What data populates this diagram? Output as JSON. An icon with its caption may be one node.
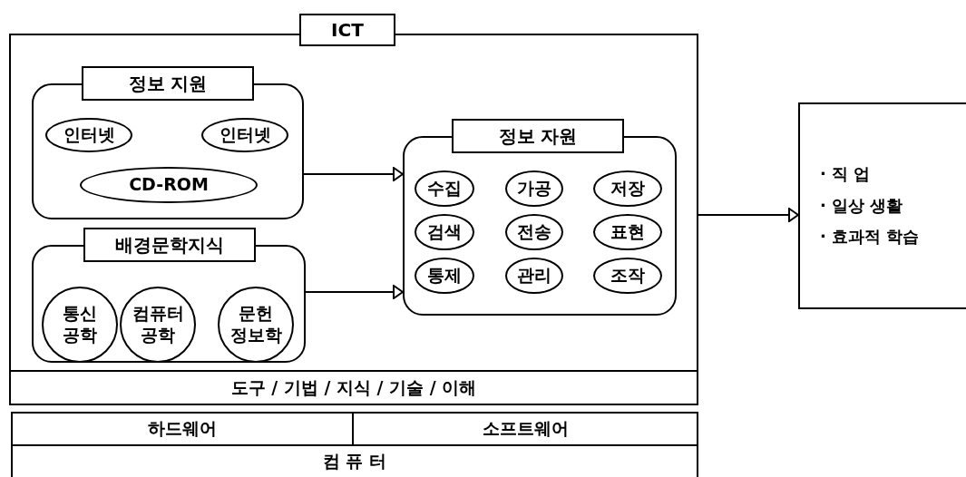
{
  "diagram": {
    "nodes": [
      {
        "text": [
          "ICT"
        ]
      },
      {
        "text": [
          "정보 지원"
        ],
        "in": 0
      },
      {
        "text": [
          "인터넷"
        ],
        "in": 1
      },
      {
        "text": [
          "인터넷"
        ],
        "in": 1
      },
      {
        "text": [
          "CD-ROM"
        ],
        "in": 1
      },
      {
        "text": [
          "배경문학지식"
        ],
        "in": 0
      },
      {
        "text": [
          "통신 공학"
        ],
        "in": 5
      },
      {
        "text": [
          "컴퓨터 공학"
        ],
        "in": 5
      },
      {
        "text": [
          "문헌 정보학"
        ],
        "in": 5
      },
      {
        "text": [
          "정보 자원"
        ],
        "in": 0
      },
      {
        "text": [
          "수집"
        ],
        "in": 9
      },
      {
        "text": [
          "가공"
        ],
        "in": 9
      },
      {
        "text": [
          "저장"
        ],
        "in": 9
      },
      {
        "text": [
          "검색"
        ],
        "in": 9
      },
      {
        "text": [
          "전송"
        ],
        "in": 9
      },
      {
        "text": [
          "표현"
        ],
        "in": 9
      },
      {
        "text": [
          "통제"
        ],
        "in": 9
      },
      {
        "text": [
          "관리"
        ],
        "in": 9
      },
      {
        "text": [
          "조작"
        ],
        "in": 9
      },
      {
        "text": [
          "도구 / 기법 / 지식 / 기술 / 이해"
        ],
        "in": 0
      },
      {
        "text": [
          "하드웨어"
        ]
      },
      {
        "text": [
          "소프트웨어"
        ]
      },
      {
        "text": [
          "컴 퓨 터"
        ]
      },
      {
        "text": [
          "· 직 업",
          "· 일상 생활",
          "· 효과적 학습"
        ]
      }
    ],
    "edges": [
      {
        "from": 1,
        "to": 9,
        "arrow": "to"
      },
      {
        "from": 5,
        "to": 9,
        "arrow": "to"
      },
      {
        "from": 0,
        "to": 23,
        "arrow": "to"
      }
    ]
  }
}
